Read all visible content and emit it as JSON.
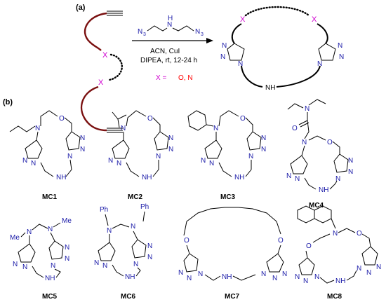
{
  "panel_a": {
    "label": "(a)",
    "azide_n3_left": "N",
    "azide_n3_left_sub": "3",
    "azide_nh": "N",
    "azide_h": "H",
    "azide_n3_right": "N",
    "azide_n3_right_sub": "3",
    "condition_line1": "ACN, CuI",
    "condition_line2": "DIPEA, rt, 12-24 h",
    "x_symbol": "X",
    "x_legend_prefix": "X = ",
    "x_legend_values": "O, N",
    "product_nh": "NH"
  },
  "panel_b": {
    "label": "(b)",
    "compounds": [
      "MC1",
      "MC2",
      "MC3",
      "MC4",
      "MC5",
      "MC6",
      "MC7",
      "MC8"
    ]
  },
  "atoms": {
    "N": "N",
    "O": "O",
    "NH": "NH",
    "Me": "Me",
    "Ph": "Ph"
  },
  "colors": {
    "atom_blue": "#1a1aa8",
    "x_magenta": "#d000d0",
    "legend_red": "#ff0000",
    "linker_dark_red": "#7a1010"
  }
}
